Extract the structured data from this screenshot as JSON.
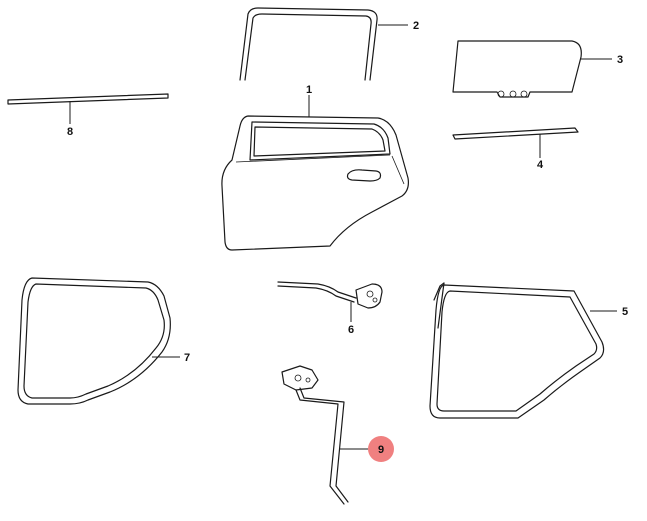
{
  "callouts": [
    {
      "id": "1",
      "label": "1",
      "highlighted": false
    },
    {
      "id": "2",
      "label": "2",
      "highlighted": false
    },
    {
      "id": "3",
      "label": "3",
      "highlighted": false
    },
    {
      "id": "4",
      "label": "4",
      "highlighted": false
    },
    {
      "id": "5",
      "label": "5",
      "highlighted": false
    },
    {
      "id": "6",
      "label": "6",
      "highlighted": false
    },
    {
      "id": "7",
      "label": "7",
      "highlighted": false
    },
    {
      "id": "8",
      "label": "8",
      "highlighted": false
    },
    {
      "id": "9",
      "label": "9",
      "highlighted": true
    }
  ],
  "colors": {
    "highlight": "#f08080",
    "line": "#1a1a1a"
  }
}
